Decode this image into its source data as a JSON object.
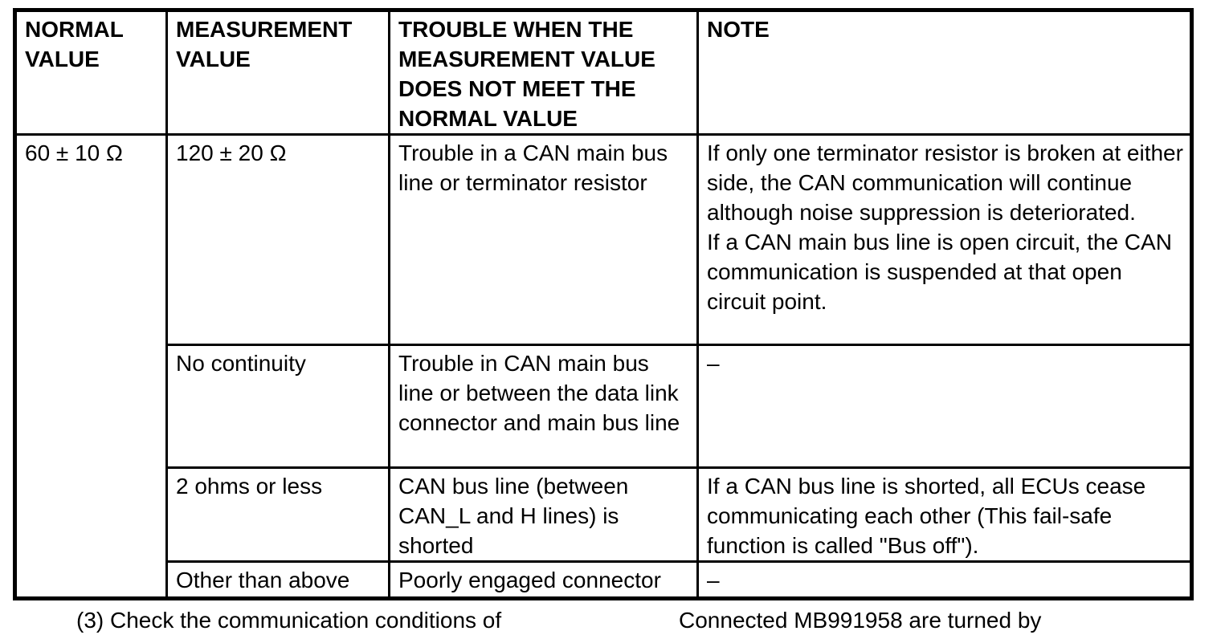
{
  "table": {
    "headers": {
      "normal_value": "NORMAL VALUE",
      "measurement_value": "MEASUREMENT VALUE",
      "trouble": "TROUBLE WHEN THE MEASUREMENT VALUE DOES NOT MEET THE NORMAL VALUE",
      "note": "NOTE"
    },
    "normal_value": "60 ± 10 Ω",
    "rows": [
      {
        "measurement": "120 ± 20 Ω",
        "trouble": "Trouble in a CAN main bus line or terminator resistor",
        "note": "If only one terminator resistor is broken at either side, the CAN communication will continue although noise suppression is deteriorated.\nIf a CAN main bus line is open circuit, the CAN communication is suspended at that open circuit point."
      },
      {
        "measurement": "No continuity",
        "trouble": "Trouble in CAN main bus line or between the data link connector and main bus line",
        "note": "–"
      },
      {
        "measurement": "2 ohms or less",
        "trouble": "CAN bus line (between CAN_L and H lines) is shorted",
        "note": "If a CAN bus line is shorted, all ECUs cease communicating each other (This fail-safe function is called \"Bus off\")."
      },
      {
        "measurement": "Other than above",
        "trouble": "Poorly engaged connector",
        "note": "–"
      }
    ]
  },
  "clipped_bottom_text": {
    "left_fragment": "(3)  Check the communication conditions of",
    "right_fragment": "Connected MB991958 are turned by"
  },
  "colors": {
    "page_background": "#ffffff",
    "border": "#000000",
    "text": "#000000"
  }
}
